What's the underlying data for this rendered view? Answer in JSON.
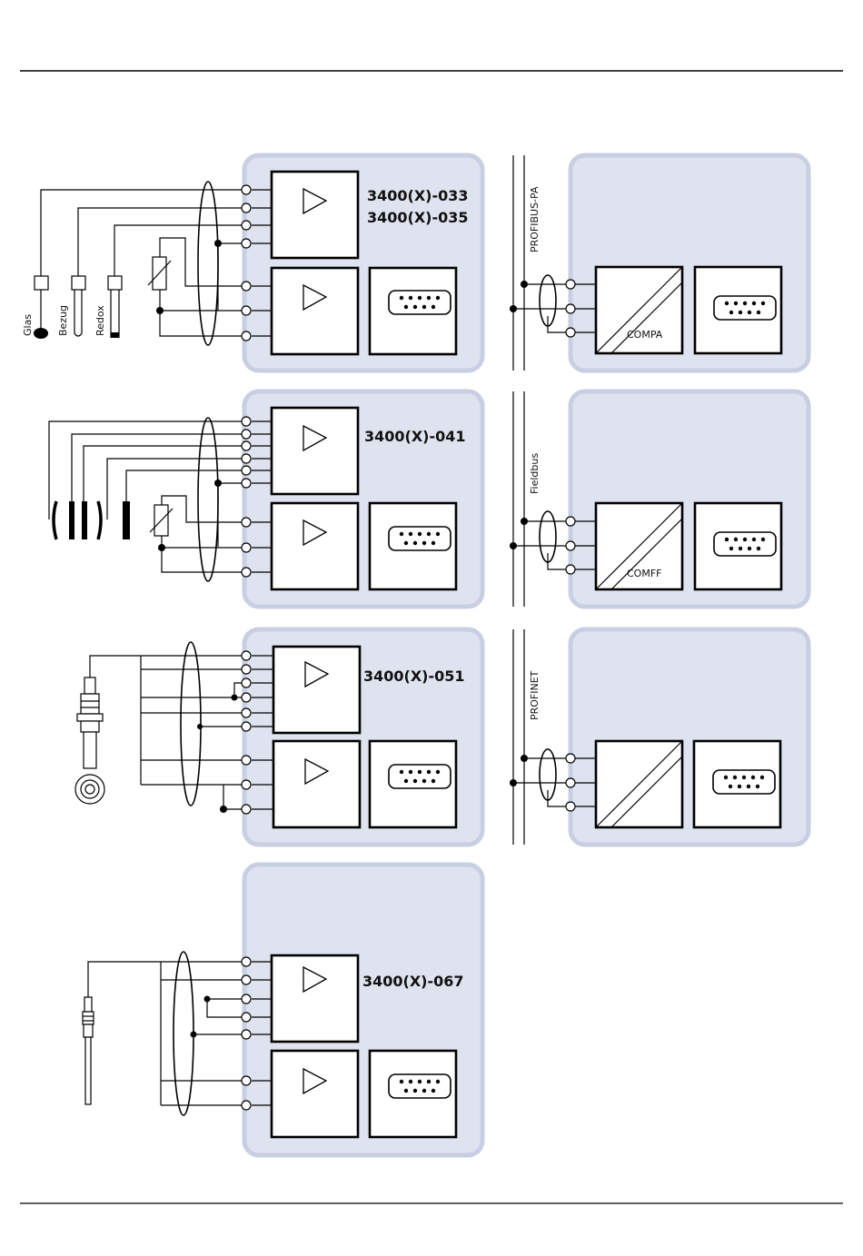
{
  "modules": [
    {
      "model_lines": [
        "3400(X)-033",
        "3400(X)-035"
      ]
    },
    {
      "model_lines": [
        "3400(X)-041"
      ]
    },
    {
      "model_lines": [
        "3400(X)-051"
      ]
    },
    {
      "model_lines": [
        "3400(X)-067"
      ]
    }
  ],
  "electrodes": {
    "glas": "Glas",
    "bezug": "Bezug",
    "redox": "Redox"
  },
  "buses": [
    {
      "name": "PROFIBUS-PA",
      "coupler": "COMPA"
    },
    {
      "name": "Fieldbus",
      "coupler": "COMFF"
    },
    {
      "name": "PROFINET",
      "coupler": ""
    }
  ]
}
